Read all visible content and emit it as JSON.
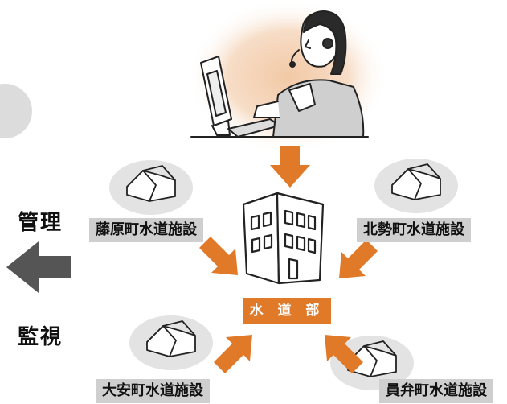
{
  "facilities": {
    "fujiwara": "藤原町水道施設",
    "hokusei": "北勢町水道施設",
    "taian": "大安町水道施設",
    "inabe": "員弁町水道施設"
  },
  "department": "水 道 部",
  "side_labels": {
    "manage": "管理",
    "monitor": "監視"
  },
  "colors": {
    "arrow_orange": "#e07a28",
    "label_gray": "#cfcfcf",
    "ellipse_gray": "#e3e3e3",
    "big_arrow_gray": "#555555",
    "glow": "#f2c9a6"
  }
}
